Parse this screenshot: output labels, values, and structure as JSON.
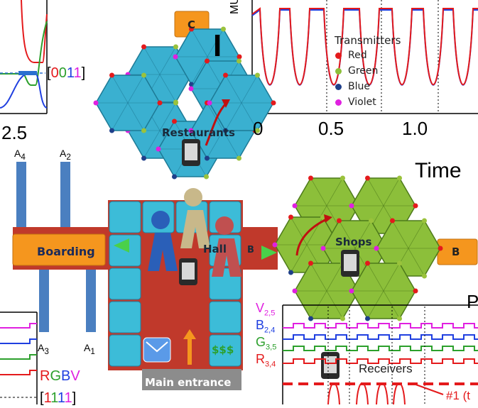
{
  "colors": {
    "red": "#e41a1c",
    "green": "#2ca02c",
    "blue": "#1f3fe0",
    "violet": "#e020e0",
    "hex_blue": "#3ab0d0",
    "hex_green": "#8cbf3a",
    "orange": "#f5961e",
    "corridor": "#c0392b",
    "tile": "#3cbcd8",
    "column": "#4a7fc0"
  },
  "top_plot": {
    "y_label": "I",
    "y_label_sub": "MUX",
    "ticks": [
      "0",
      "0.5",
      "1.0"
    ],
    "x_label": "Time",
    "legend_title": "Transmitters",
    "legend": [
      {
        "label": "Red",
        "color": "#e41a1c"
      },
      {
        "label": "Green",
        "color": "#8cbf3a"
      },
      {
        "label": "Blue",
        "color": "#1f3f8a"
      },
      {
        "label": "Violet",
        "color": "#e020e0"
      }
    ]
  },
  "left_plot": {
    "tick": "2.5",
    "code_open": "[",
    "code_digits": [
      {
        "d": "0",
        "color": "#e41a1c"
      },
      {
        "d": "0",
        "color": "#2ca02c"
      },
      {
        "d": "1",
        "color": "#1f3fe0"
      },
      {
        "d": "1",
        "color": "#e020e0"
      }
    ],
    "code_close": "]"
  },
  "bottom_left_plot": {
    "rgbv": [
      {
        "d": "R",
        "color": "#e41a1c"
      },
      {
        "d": "G",
        "color": "#2ca02c"
      },
      {
        "d": "B",
        "color": "#1f3fe0"
      },
      {
        "d": "V",
        "color": "#e020e0"
      }
    ],
    "code_open": "[",
    "code_digits": [
      {
        "d": "1",
        "color": "#e41a1c"
      },
      {
        "d": "1",
        "color": "#2ca02c"
      },
      {
        "d": "1",
        "color": "#1f3fe0"
      },
      {
        "d": "1",
        "color": "#e020e0"
      }
    ],
    "code_close": "]"
  },
  "bottom_right_plot": {
    "corner_letter": "P",
    "channels": [
      {
        "main": "V",
        "sub": "2,5",
        "color": "#e020e0"
      },
      {
        "main": "B",
        "sub": "2,4",
        "color": "#1f3fe0"
      },
      {
        "main": "G",
        "sub": "3,5",
        "color": "#2ca02c"
      },
      {
        "main": "R",
        "sub": "3,4",
        "color": "#e41a1c"
      }
    ],
    "receivers": "Receivers",
    "marker": "#1 (t"
  },
  "map": {
    "zone_c": "C",
    "zone_b": "B",
    "restaurants": "Restaurants",
    "shops": "Shops",
    "boarding": "Boarding",
    "hall": "Hall",
    "hall_b": "B",
    "main_entrance": "Main entrance",
    "gates": [
      {
        "main": "A",
        "sub": "4"
      },
      {
        "main": "A",
        "sub": "2"
      },
      {
        "main": "A",
        "sub": "3"
      },
      {
        "main": "A",
        "sub": "1"
      }
    ]
  }
}
